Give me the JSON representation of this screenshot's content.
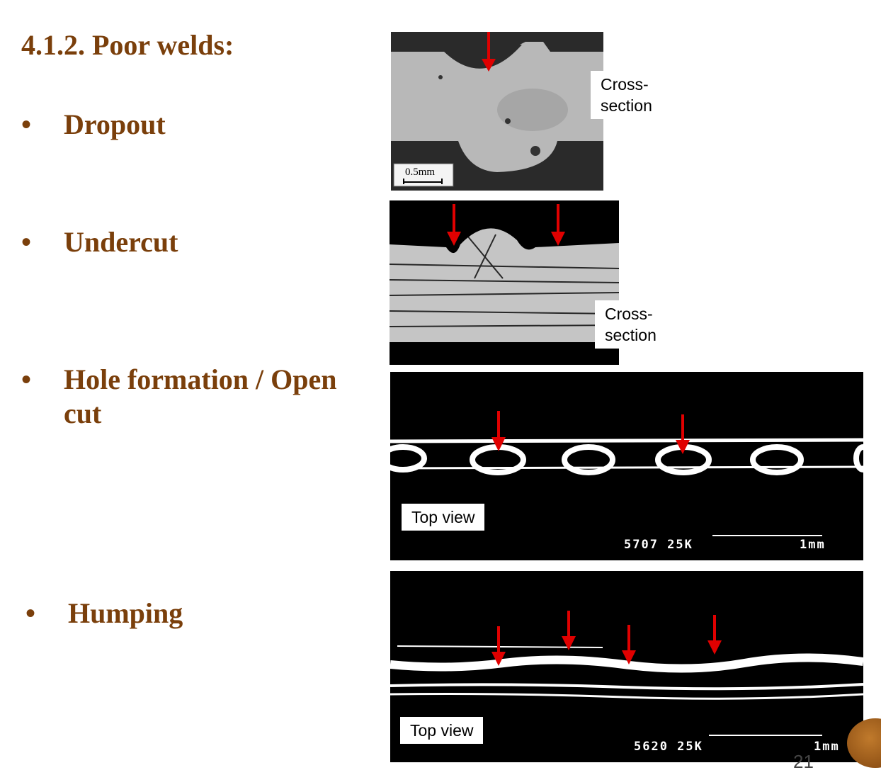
{
  "slide": {
    "heading": "4.1.2. Poor welds:",
    "bullets": [
      {
        "marker": "•",
        "text": "Dropout"
      },
      {
        "marker": "•",
        "text": "Undercut"
      },
      {
        "marker": "•",
        "text": "Hole formation / Open cut"
      },
      {
        "marker": "•",
        "text": "Humping"
      }
    ],
    "page_number": "21"
  },
  "images": {
    "dropout": {
      "label": "Cross-section",
      "scale": "0.5mm"
    },
    "undercut": {
      "label": "Cross-section"
    },
    "hole": {
      "label": "Top view",
      "micro_text": "5707 25K",
      "scale": "1mm"
    },
    "humping": {
      "label": "Top view",
      "micro_text": "5620 25K",
      "scale": "1mm"
    }
  },
  "colors": {
    "text": "#7a3f0b",
    "arrow": "#e00000"
  }
}
